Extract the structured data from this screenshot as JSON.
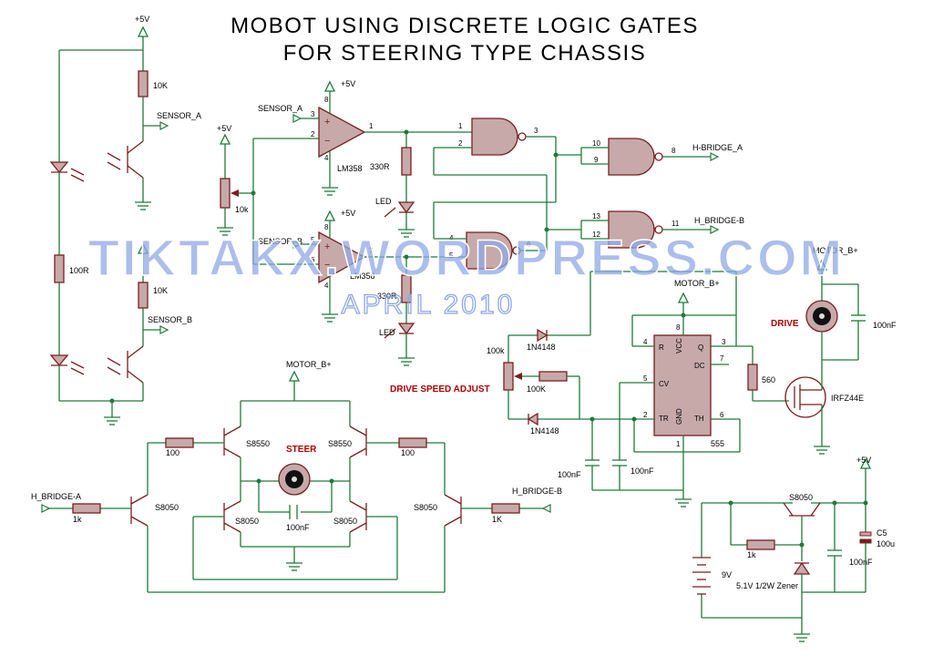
{
  "title": {
    "line1": "MOBOT USING DISCRETE LOGIC GATES",
    "line2": "FOR STEERING TYPE CHASSIS"
  },
  "watermark": {
    "site": "TIKTAKX.WORDPRESS.COM",
    "date": "APRIL 2010"
  },
  "nets": {
    "vcc": "+5V",
    "motor": "MOTOR_B+",
    "sensor_a": "SENSOR_A",
    "sensor_b": "SENSOR_B",
    "hbridge_a_out": "H-BRIDGE_A",
    "hbridge_b_out": "H_BRIDGE-B",
    "hbridge_a_in": "H_BRIDGE-A",
    "hbridge_b_in": "H_BRIDGE-B"
  },
  "components": {
    "r_10k": "10K",
    "r_100r": "100R",
    "pot_10k": "10k",
    "opamp": "LM358",
    "r_330r": "330R",
    "led": "LED",
    "r_100k": "100K",
    "pot_100k": "100k",
    "diode": "1N4148",
    "timer": "555",
    "r_560": "560",
    "mosfet": "IRFZ44E",
    "cap_100nf": "100nF",
    "pnp": "S8550",
    "npn": "S8050",
    "r_100": "100",
    "r_1k": "1k",
    "r_1K": "1K",
    "battery": "9V",
    "zener": "5.1V 1/2W Zener",
    "cap_c5": "C5",
    "cap_c5_val": "100u"
  },
  "annotations": {
    "drive": "DRIVE",
    "steer": "STEER",
    "speed_adjust": "DRIVE SPEED ADJUST"
  },
  "timer_pins": {
    "r": "R",
    "vcc": "VCC",
    "q": "Q",
    "dc": "DC",
    "cv": "CV",
    "tr": "TR",
    "gnd": "GND",
    "th": "TH"
  },
  "pins": {
    "p1": "1",
    "p2": "2",
    "p3": "3",
    "p4": "4",
    "p5": "5",
    "p6": "6",
    "p7": "7",
    "p8": "8",
    "p9": "9",
    "p10": "10",
    "p11": "11",
    "p12": "12",
    "p13": "13"
  }
}
